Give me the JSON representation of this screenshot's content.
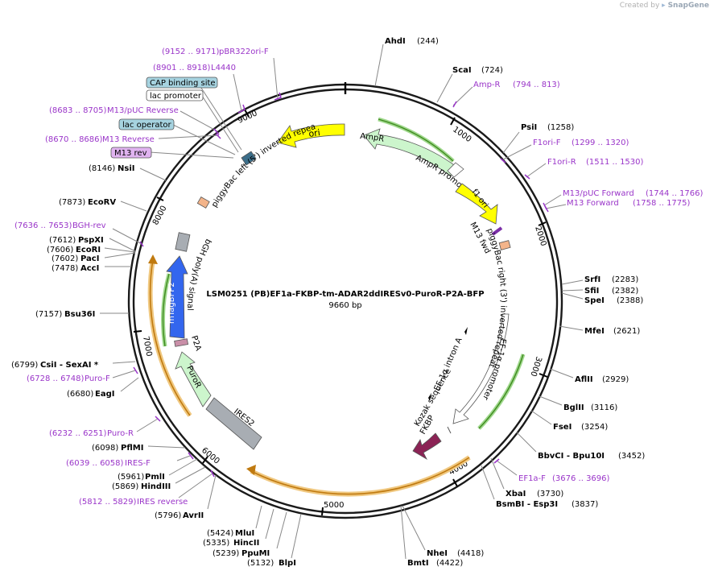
{
  "credit": {
    "prefix": "Created by",
    "brand": "SnapGene"
  },
  "plasmid": {
    "name": "LSM0251 (PB)EF1a-FKBP-tm-ADAR2ddIRESv0-PuroR-P2A-BFP",
    "length_label": "9660 bp",
    "length": 9660
  },
  "ticks": [
    "1000",
    "2000",
    "3000",
    "4000",
    "5000",
    "6000",
    "7000",
    "8000",
    "9000"
  ],
  "sites": [
    {
      "name": "AhdI",
      "pos": "(244)"
    },
    {
      "name": "ScaI",
      "pos": "(724)"
    },
    {
      "name": "PsiI",
      "pos": "(1258)"
    },
    {
      "name": "SrfI",
      "pos": "(2283)"
    },
    {
      "name": "SfiI",
      "pos": "(2382)"
    },
    {
      "name": "SpeI",
      "pos": "(2388)"
    },
    {
      "name": "MfeI",
      "pos": "(2621)"
    },
    {
      "name": "AflII",
      "pos": "(2929)"
    },
    {
      "name": "BglII",
      "pos": "(3116)"
    },
    {
      "name": "FseI",
      "pos": "(3254)"
    },
    {
      "name": "BbvCI  - Bpu10I",
      "pos": "(3452)"
    },
    {
      "name": "XbaI",
      "pos": "(3730)"
    },
    {
      "name": "BsmBI  - Esp3I",
      "pos": "(3837)"
    },
    {
      "name": "NheI",
      "pos": "(4418)"
    },
    {
      "name": "BmtI",
      "pos": "(4422)"
    },
    {
      "name": "BlpI",
      "pos": "(5132)"
    },
    {
      "name": "PpuMI",
      "pos": "(5239)"
    },
    {
      "name": "HincII",
      "pos": "(5335)"
    },
    {
      "name": "MluI",
      "pos": "(5424)"
    },
    {
      "name": "AvrII",
      "pos": "(5796)"
    },
    {
      "name": "HindIII",
      "pos": "(5869)"
    },
    {
      "name": "PmlI",
      "pos": "(5961)"
    },
    {
      "name": "PflMI",
      "pos": "(6098)"
    },
    {
      "name": "EagI",
      "pos": "(6680)"
    },
    {
      "name": "CsiI  - SexAI *",
      "pos": "(6799)"
    },
    {
      "name": "Bsu36I",
      "pos": "(7157)"
    },
    {
      "name": "AccI",
      "pos": "(7478)"
    },
    {
      "name": "PacI",
      "pos": "(7602)"
    },
    {
      "name": "EcoRI",
      "pos": "(7606)"
    },
    {
      "name": "PspXI",
      "pos": "(7612)"
    },
    {
      "name": "EcoRV",
      "pos": "(7873)"
    },
    {
      "name": "NsiI",
      "pos": "(8146)"
    }
  ],
  "primers": [
    {
      "name": "pBR322ori-F",
      "range": "(9152 .. 9171)"
    },
    {
      "name": "L4440",
      "range": "(8901 .. 8918)"
    },
    {
      "name": "Amp-R",
      "range": "(794 .. 813)"
    },
    {
      "name": "F1ori-F",
      "range": "(1299 .. 1320)"
    },
    {
      "name": "F1ori-R",
      "range": "(1511 .. 1530)"
    },
    {
      "name": "M13/pUC Forward",
      "range": "(1744 .. 1766)"
    },
    {
      "name": "M13 Forward",
      "range": "(1758 .. 1775)"
    },
    {
      "name": "EF1a-F",
      "range": "(3676 .. 3696)"
    },
    {
      "name": "IRES reverse",
      "range": "(5812 .. 5829)"
    },
    {
      "name": "IRES-F",
      "range": "(6039 .. 6058)"
    },
    {
      "name": "Puro-R",
      "range": "(6232 .. 6251)"
    },
    {
      "name": "Puro-F",
      "range": "(6728 .. 6748)"
    },
    {
      "name": "BGH-rev",
      "range": "(7636 .. 7653)"
    },
    {
      "name": "M13/pUC Reverse",
      "range": "(8683 .. 8705)"
    },
    {
      "name": "M13 Reverse",
      "range": "(8670 .. 8686)"
    }
  ],
  "boxed_labels": {
    "cap": "CAP binding site",
    "lacp": "lac promoter",
    "laco": "lac operator",
    "m13rev": "M13 rev"
  },
  "features": {
    "ori": "ori",
    "ampr": "AmpR",
    "amprp": "AmpR promoter",
    "f1ori": "f1 ori",
    "m13fwd": "M13 fwd",
    "pbright": "piggyBac right (3') inverted repeat",
    "pbleft": "piggyBac left (5') inverted repeat",
    "ef1p": "EF-1α promoter",
    "ef1intron": "EF-1α intron A",
    "kozak": "Kozak sequence",
    "fkbp": "FKBP",
    "ires2": "IRES2",
    "puror": "PuroR",
    "p2a": "P2A",
    "bfp": "mTagBFP2",
    "bgh": "bGH poly(A) signal"
  },
  "colors": {
    "backbone": "#1a1a1a",
    "enzyme_line": "#888888",
    "primer": "#9a35c9",
    "ori": "#ffff00",
    "ampr": "#ccf5cc",
    "orf_arc": "#f0b050",
    "green_arc": "#4a9a2a",
    "promoter": "#ffffff",
    "fkbp": "#8b2355",
    "bfp": "#3366ee",
    "ires": "#a8adb3",
    "p2a": "#c98fa8",
    "misc": "#f3b48a",
    "cap_box": "#a6d3e0",
    "lacp_box": "#ffffff",
    "laco_box": "#a6d3e0",
    "m13rev_box": "#e0b3f0"
  }
}
